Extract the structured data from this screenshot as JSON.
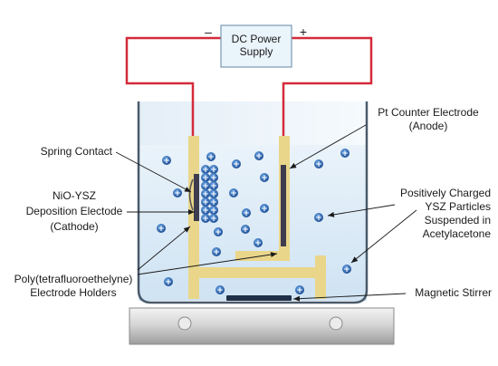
{
  "power_supply": {
    "line1": "DC Power",
    "line2": "Supply",
    "minus": "–",
    "plus": "+"
  },
  "labels": {
    "anode_line1": "Pt Counter Electrode",
    "anode_line2": "(Anode)",
    "spring_contact": "Spring Contact",
    "cathode_line1": "NiO-YSZ",
    "cathode_line2": "Deposition Electode",
    "cathode_line3": "(Cathode)",
    "particles_line1": "Positively Charged",
    "particles_line2": "YSZ Particles",
    "particles_line3": "Suspended in",
    "particles_line4": "Acetylacetone",
    "holders_line1": "Poly(tetrafluoroethelyne)",
    "holders_line2": "Electrode Holders",
    "stirrer": "Magnetic Stirrer"
  },
  "particle_symbol": "+",
  "colors": {
    "wire": "#d42a3a",
    "solution": "#d7e9f6",
    "holder": "#ead68a",
    "particle": "#1f5fa8",
    "electrode": "#3d3d4f",
    "power_box": "#eaf4fb"
  }
}
